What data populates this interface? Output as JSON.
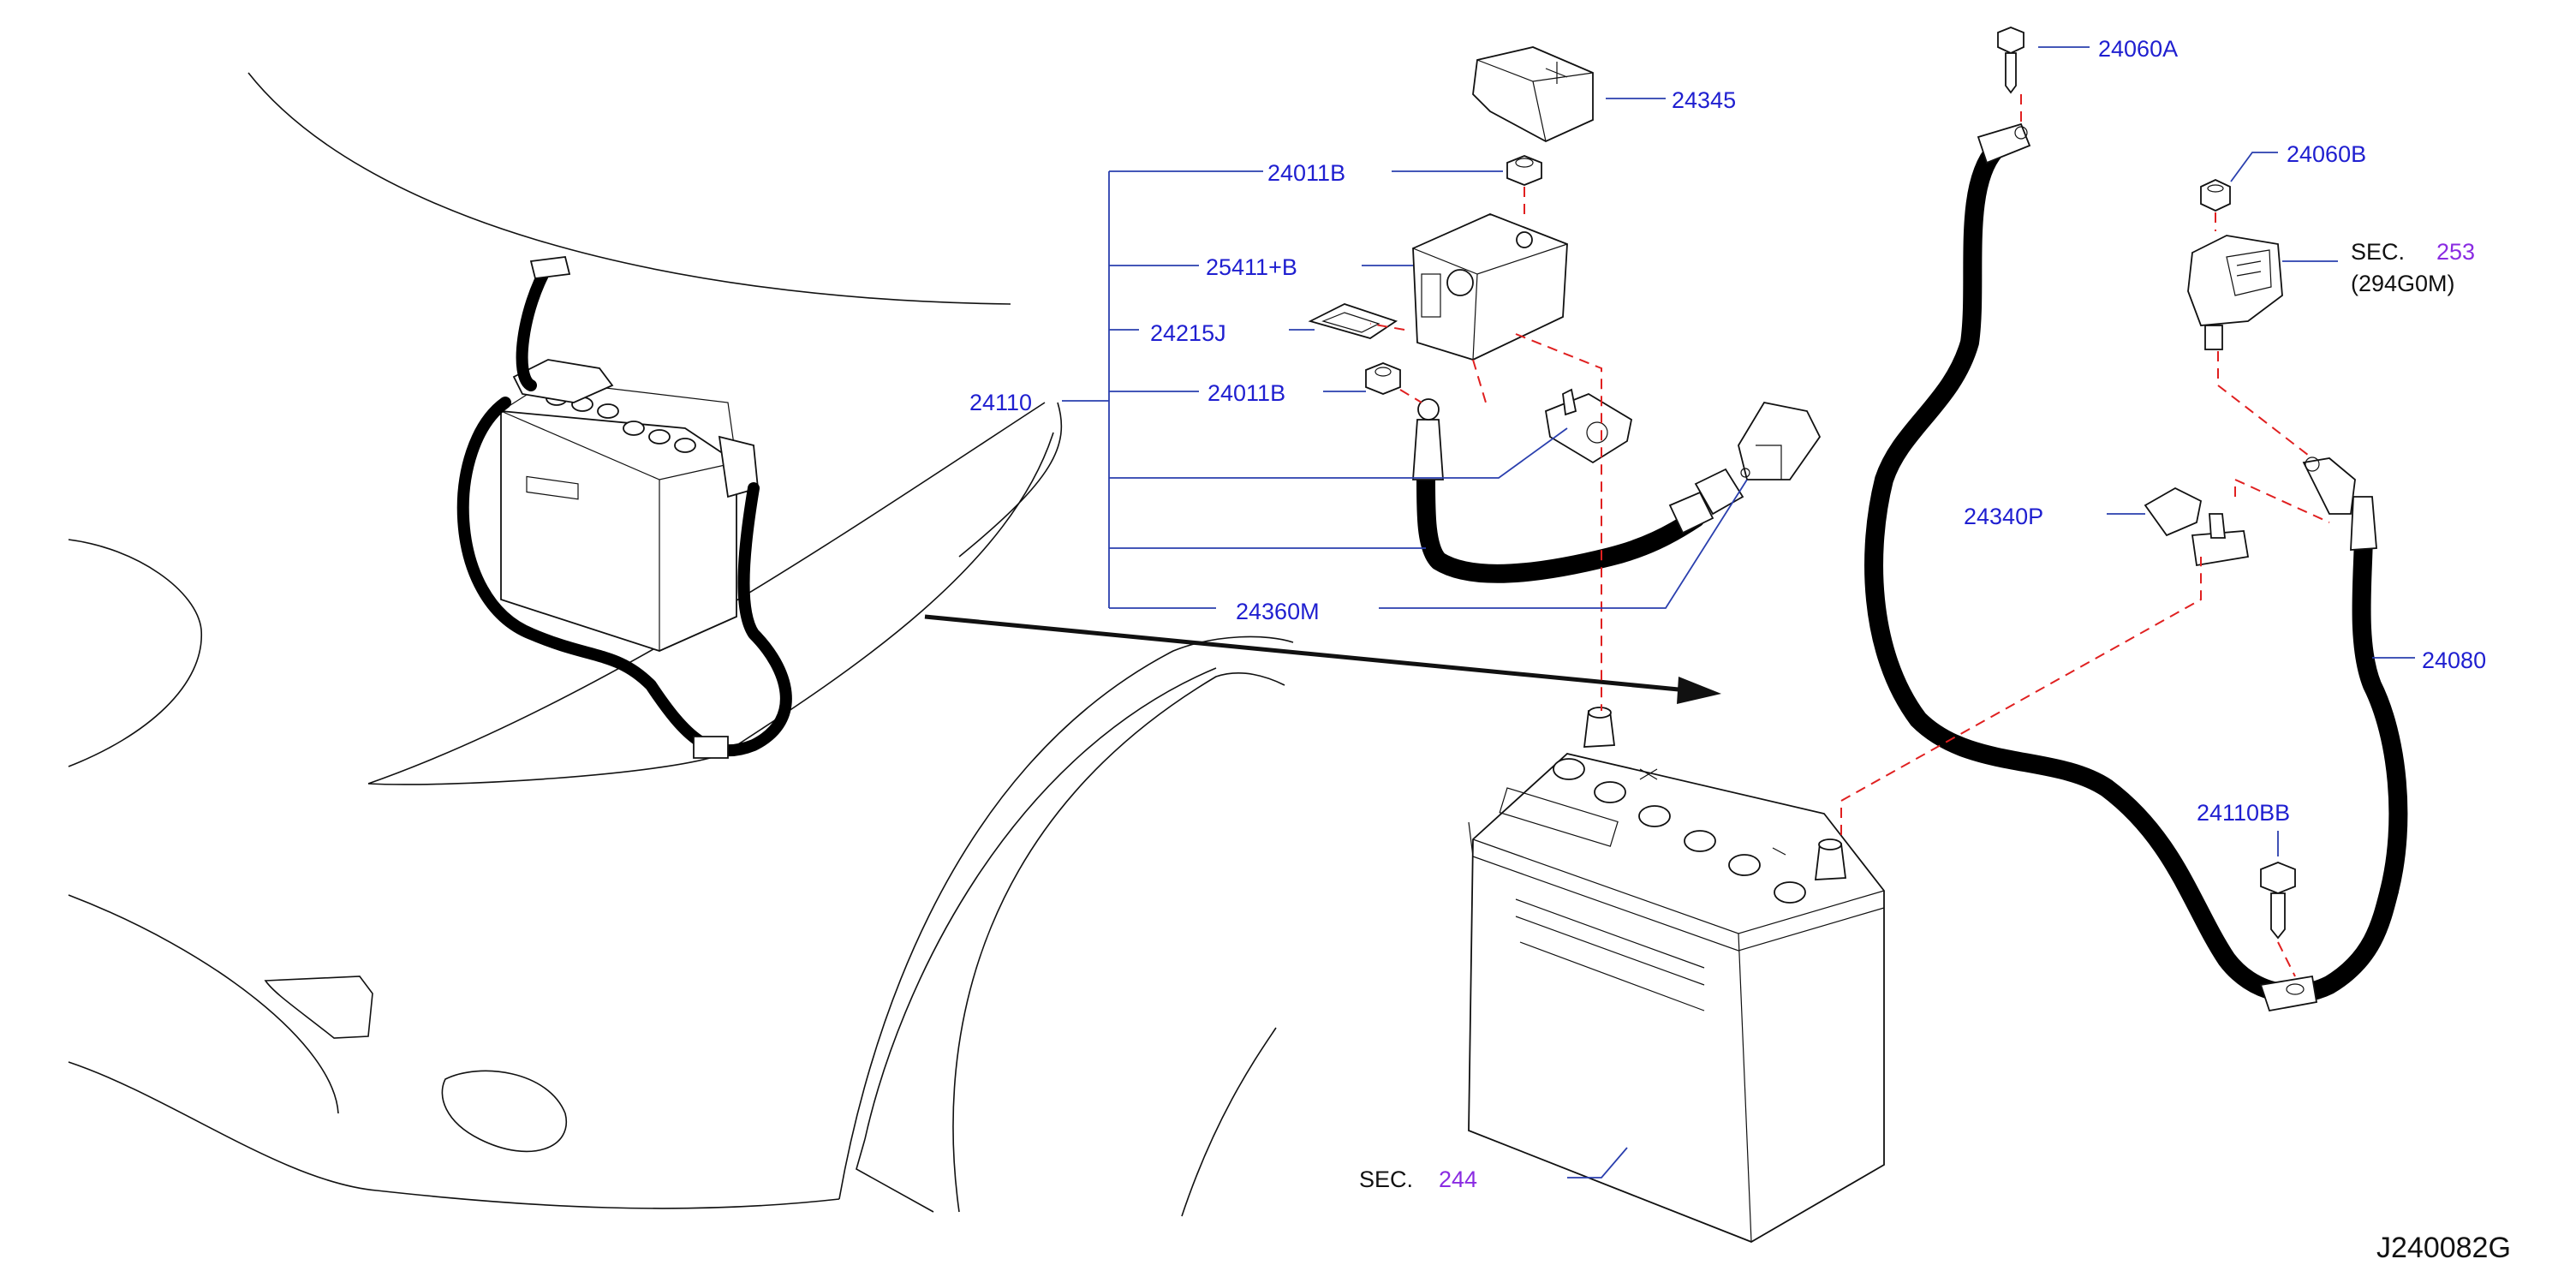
{
  "diagram": {
    "labels": {
      "p24345": "24345",
      "p24011B_top": "24011B",
      "p25411B": "25411+B",
      "p24215J": "24215J",
      "p24110": "24110",
      "p24011B_bot": "24011B",
      "p24360M": "24360M",
      "p24060A": "24060A",
      "p24060B": "24060B",
      "sec253_prefix": "SEC.",
      "sec253_num": "253",
      "sec253_sub": "(294G0M)",
      "p24340P": "24340P",
      "p24080": "24080",
      "p24110BB": "24110BB",
      "sec244_prefix": "SEC.",
      "sec244_num": "244",
      "diagram_code": "J240082G"
    },
    "colors": {
      "part_label": "#1f1fd0",
      "section_number": "#8a2be2",
      "leader_line": "#2a3fae",
      "dashed_line": "#e02020",
      "cable": "#000000"
    }
  }
}
